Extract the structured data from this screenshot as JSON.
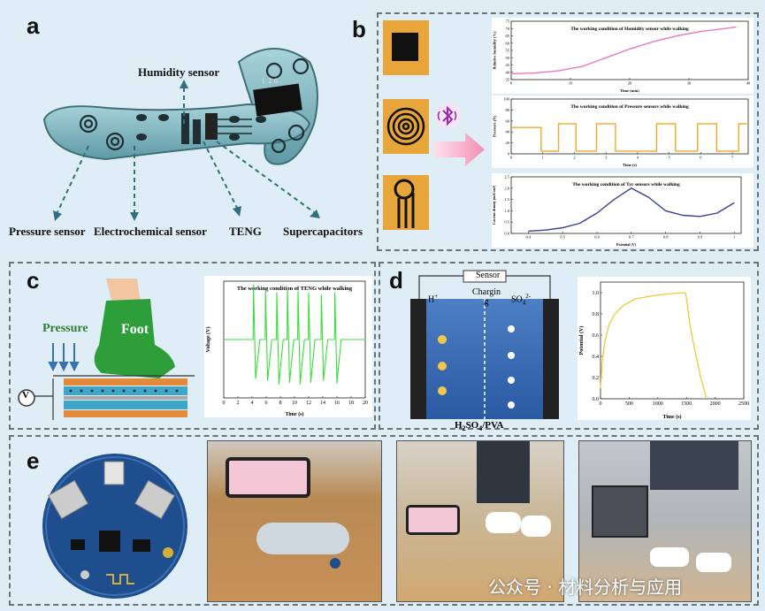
{
  "panels": {
    "a": {
      "label": "a",
      "callouts": {
        "humidity": "Humidity sensor",
        "pressure": "Pressure sensor",
        "electrochemical": "Electrochemical sensor",
        "teng": "TENG",
        "supercapacitors": "Supercapacitors"
      },
      "chip_text": "LIG"
    },
    "b": {
      "label": "b"
    },
    "c": {
      "label": "c",
      "pressure_text": "Pressure",
      "foot_text": "Foot",
      "meter_text": "V"
    },
    "d": {
      "label": "d",
      "sensor_text": "Sensor",
      "hplus": "H",
      "hplus_sup": "+",
      "charging_line1": "Chargin",
      "charging_line2": "g",
      "so4": "SO",
      "so4_sup": "2-",
      "so4_sub": "4",
      "electrolyte_a": "H",
      "electrolyte_sub": "2",
      "electrolyte_b": "SO",
      "electrolyte_sub2": "4",
      "electrolyte_c": "/PVA"
    },
    "e": {
      "label": "e"
    }
  },
  "watermark": "公众号 · 材料分析与应用",
  "colors": {
    "humidity_line": "#e879c4",
    "pressure_line": "#f5a623",
    "tyr_line": "#3a3f8f",
    "teng_line": "#3ddc3d",
    "supercap_line": "#e8c82a",
    "insole": "#7fb8c2",
    "arrow": "#2f6f7f"
  },
  "chart_data": [
    {
      "type": "line",
      "title": "The working condition of Humidity sensor while walking",
      "xlabel": "Time (min)",
      "ylabel": "Relative humidity (%)",
      "xlim": [
        0,
        40
      ],
      "ylim": [
        35,
        75
      ],
      "xticks": [
        0,
        10,
        20,
        30,
        40
      ],
      "yticks": [
        35,
        40,
        45,
        50,
        55,
        60,
        65,
        70,
        75
      ],
      "series": [
        {
          "x": [
            0,
            4,
            8,
            12,
            16,
            20,
            24,
            28,
            32,
            36,
            38
          ],
          "y": [
            39,
            39.5,
            41,
            44,
            50,
            56,
            61,
            65,
            68,
            70,
            71
          ]
        }
      ]
    },
    {
      "type": "line",
      "title": "The working condition of Pressure sensors while walking",
      "xlabel": "Time (s)",
      "ylabel": "Pressure (N)",
      "xlim": [
        0,
        7.5
      ],
      "ylim": [
        0,
        100
      ],
      "xticks": [
        0,
        1,
        2,
        3,
        4,
        5,
        6,
        7
      ],
      "yticks": [
        0,
        20,
        40,
        60,
        80,
        100
      ],
      "series": [
        {
          "x": [
            0,
            0.95,
            0.95,
            1.5,
            1.5,
            2.05,
            2.05,
            2.7,
            2.7,
            3.3,
            3.3,
            4.6,
            4.6,
            5.2,
            5.2,
            5.9,
            5.9,
            6.5,
            6.5,
            7.2,
            7.2,
            7.5
          ],
          "y": [
            48,
            48,
            5,
            5,
            55,
            55,
            5,
            5,
            55,
            55,
            5,
            5,
            55,
            55,
            5,
            5,
            55,
            55,
            5,
            5,
            55,
            55
          ]
        }
      ]
    },
    {
      "type": "line",
      "title": "The working condition of Tyr sensors while walking",
      "xlabel": "Potential (V)",
      "ylabel": "Current density (mA/cm²)",
      "xlim": [
        0.35,
        1.02
      ],
      "ylim": [
        0,
        2.5
      ],
      "xticks": [
        0.4,
        0.5,
        0.6,
        0.7,
        0.8,
        0.9,
        1.0
      ],
      "yticks": [
        0.0,
        0.5,
        1.0,
        1.5,
        2.0,
        2.5
      ],
      "series": [
        {
          "x": [
            0.4,
            0.45,
            0.5,
            0.55,
            0.6,
            0.65,
            0.7,
            0.75,
            0.8,
            0.85,
            0.9,
            0.95,
            1.0
          ],
          "y": [
            0.1,
            0.15,
            0.25,
            0.45,
            0.9,
            1.5,
            2.0,
            1.6,
            1.0,
            0.8,
            0.75,
            0.9,
            1.35
          ]
        }
      ]
    },
    {
      "type": "line",
      "title": "The working condition of TENG while walking",
      "xlabel": "Time (s)",
      "ylabel": "Voltage (V)",
      "xlim": [
        0,
        20
      ],
      "ylim": [
        -60,
        60
      ],
      "xticks": [
        0,
        2,
        4,
        6,
        8,
        10,
        12,
        14,
        16,
        18,
        20
      ],
      "yticks": [],
      "peaks": [
        {
          "t": 4.2,
          "up": 56,
          "down": -40
        },
        {
          "t": 5.9,
          "up": 50,
          "down": -42
        },
        {
          "t": 7.5,
          "up": 48,
          "down": -46
        },
        {
          "t": 9.0,
          "up": 52,
          "down": -44
        },
        {
          "t": 10.5,
          "up": 50,
          "down": -46
        },
        {
          "t": 12.0,
          "up": 48,
          "down": -44
        },
        {
          "t": 13.8,
          "up": 46,
          "down": -42
        },
        {
          "t": 15.7,
          "up": 48,
          "down": -45
        }
      ],
      "baseline": 0
    },
    {
      "type": "line",
      "xlabel": "Time (s)",
      "ylabel": "Potential (V)",
      "xlim": [
        0,
        2500
      ],
      "ylim": [
        0,
        1.1
      ],
      "xticks": [
        0,
        500,
        1000,
        1500,
        2000,
        2500
      ],
      "yticks": [
        0.0,
        0.2,
        0.4,
        0.6,
        0.8,
        1.0
      ],
      "series": [
        {
          "x": [
            0,
            30,
            80,
            150,
            250,
            400,
            600,
            900,
            1200,
            1480,
            1500,
            1560,
            1650,
            1750,
            1850
          ],
          "y": [
            0.1,
            0.35,
            0.55,
            0.7,
            0.8,
            0.88,
            0.94,
            0.97,
            0.99,
            1.0,
            0.95,
            0.7,
            0.45,
            0.2,
            0.0
          ]
        }
      ]
    }
  ]
}
